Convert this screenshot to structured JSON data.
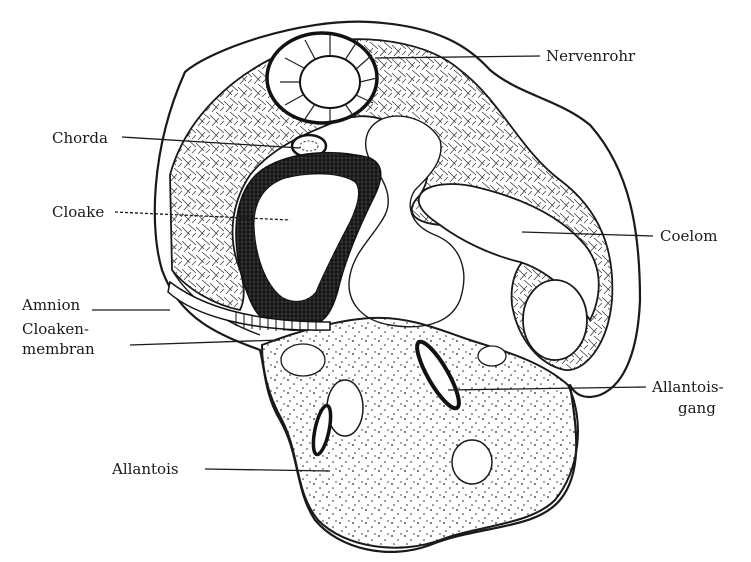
{
  "labels": {
    "nervenrohr": "Nervenrohr",
    "chorda": "Chorda",
    "cloake": "Cloake",
    "coelom": "Coelom",
    "amnion": "Amnion",
    "cloakenmembran_1": "Cloaken-",
    "cloakenmembran_2": "membran",
    "allantoisgang_1": "Allantois-",
    "allantoisgang_2": "gang",
    "allantois": "Allantois"
  },
  "colors": {
    "ink": "#1a1a1a",
    "background": "#ffffff"
  }
}
